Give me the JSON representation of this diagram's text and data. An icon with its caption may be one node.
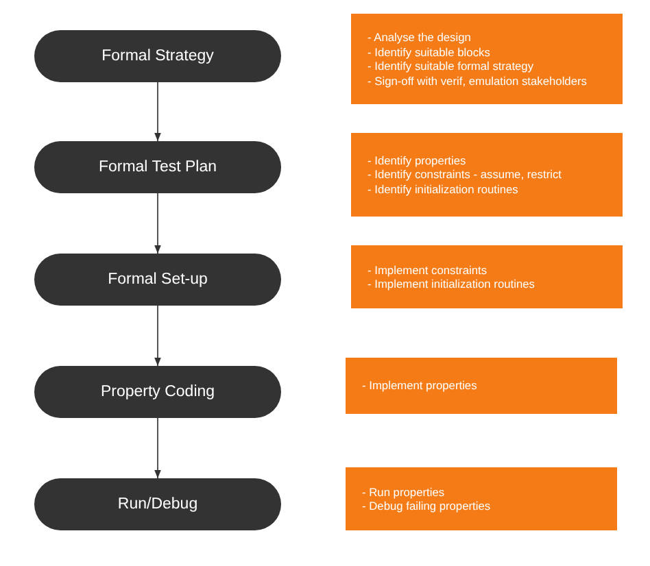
{
  "diagram": {
    "nodes": [
      {
        "text": [
          "Formal Strategy"
        ]
      },
      {
        "text": [
          "- Analyse the design",
          "- Identify suitable blocks",
          "- Identify suitable formal strategy",
          "- Sign-off with verif, emulation stakeholders"
        ]
      },
      {
        "text": [
          "Formal Test Plan"
        ]
      },
      {
        "text": [
          "- Identify properties",
          "- Identify constraints - assume, restrict",
          "- Identify initialization routines"
        ]
      },
      {
        "text": [
          "Formal Set-up"
        ]
      },
      {
        "text": [
          "- Implement constraints",
          "- Implement initialization routines"
        ]
      },
      {
        "text": [
          "Property Coding"
        ]
      },
      {
        "text": [
          "- Implement properties"
        ]
      },
      {
        "text": [
          "Run/Debug"
        ]
      },
      {
        "text": [
          "- Run properties",
          "- Debug failing properties"
        ]
      }
    ],
    "edges": [
      {
        "from": 0,
        "to": 2,
        "arrow": "to"
      },
      {
        "from": 2,
        "to": 4,
        "arrow": "to"
      },
      {
        "from": 4,
        "to": 6,
        "arrow": "to"
      },
      {
        "from": 6,
        "to": 8,
        "arrow": "to"
      }
    ]
  }
}
